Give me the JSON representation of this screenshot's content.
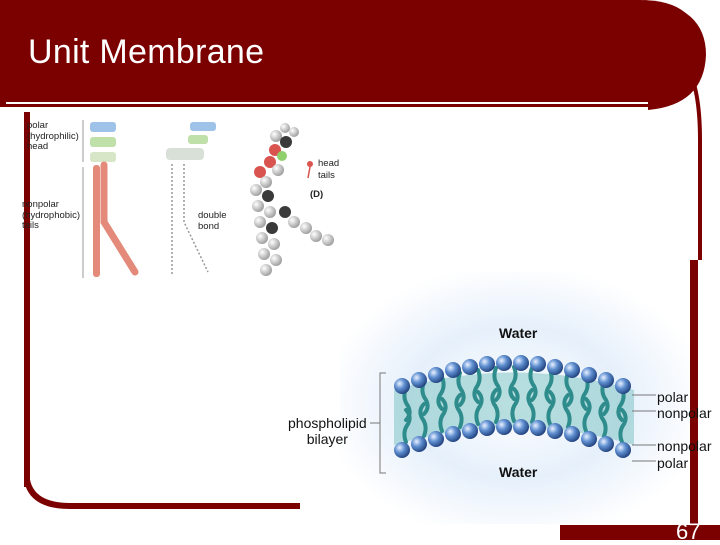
{
  "slide": {
    "title": "Unit Membrane",
    "page_number": "67"
  },
  "lipid_figure": {
    "head_label": "polar\n(hydrophilic)\nhead",
    "tails_label": "nonpolar\n(hydrophobic)\ntails",
    "double_bond_label": "double\nbond",
    "legend_head": "head",
    "legend_tails": "tails",
    "panel_label": "(D)"
  },
  "bilayer_figure": {
    "water_top": "Water",
    "water_bottom": "Water",
    "bilayer_label": "phospholipid\nbilayer",
    "right_labels": [
      "polar",
      "nonpolar",
      "nonpolar",
      "polar"
    ]
  },
  "colors": {
    "frame": "#7b0000",
    "tail": "#e48a7a",
    "head_blue": "#5a86c8",
    "bilayer_tail": "#2f8c8c"
  }
}
